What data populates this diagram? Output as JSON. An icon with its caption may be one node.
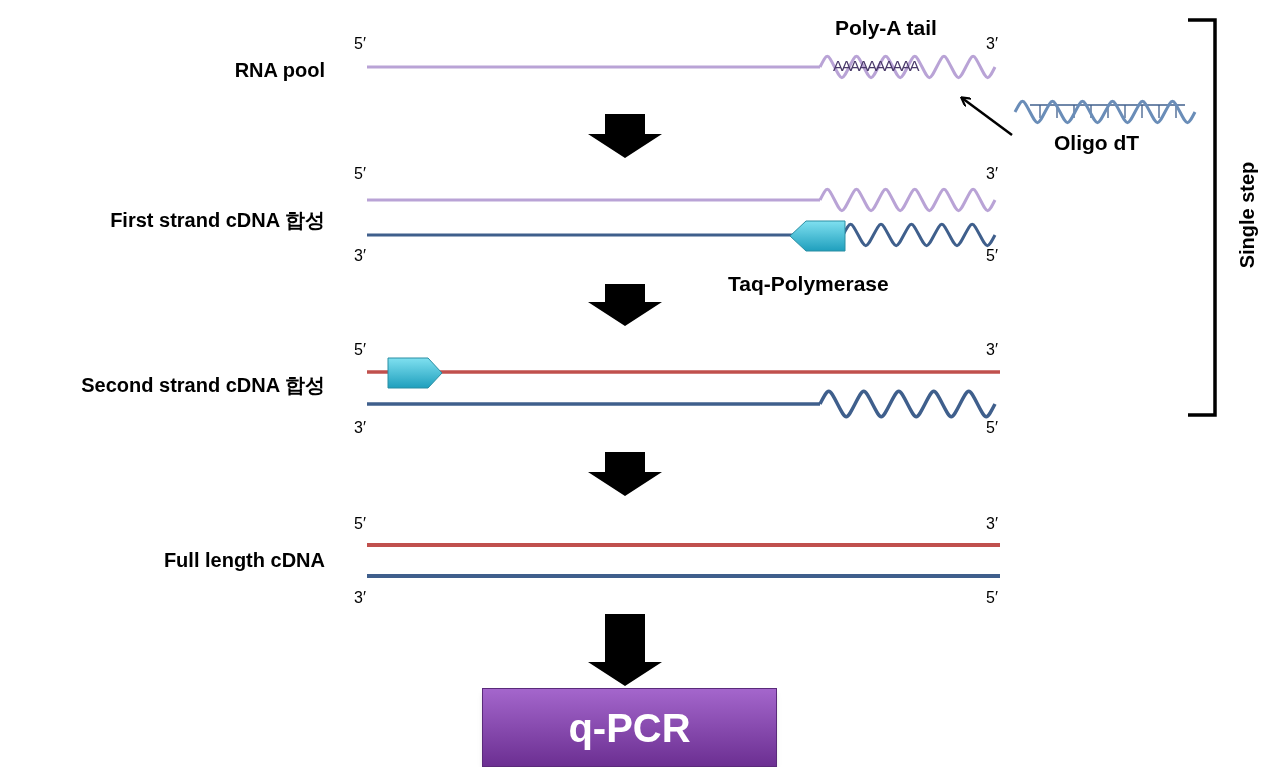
{
  "diagram": {
    "nodes": [
      {
        "text": [
          "RNA pool"
        ]
      },
      {
        "text": [
          "Poly-A tail",
          "AAAAAAAAAA"
        ],
        "in": 0
      },
      {
        "text": [
          "Oligo dT"
        ]
      },
      {
        "text": [
          "First strand cDNA 합성"
        ]
      },
      {
        "text": [
          "Second strand cDNA 합성"
        ]
      },
      {
        "text": [
          "Full length cDNA"
        ]
      },
      {
        "text": [
          "q-PCR"
        ]
      }
    ],
    "edges": [
      {
        "from": 2,
        "to": 1,
        "arrow": "to"
      },
      {
        "from": 0,
        "to": 3,
        "arrow": "to",
        "style": "thick"
      },
      {
        "from": 3,
        "to": 4,
        "arrow": "to",
        "style": "thick"
      },
      {
        "from": 4,
        "to": 5,
        "arrow": "to",
        "style": "thick"
      },
      {
        "from": 5,
        "to": 6,
        "arrow": "to",
        "style": "thick"
      }
    ],
    "labels": [
      "5′",
      "3′",
      "5′",
      "3′",
      "3′",
      "5′",
      "Taq-Polymerase",
      "5′",
      "3′",
      "Single step",
      "3′",
      "5′",
      "5′",
      "3′",
      "3′",
      "5′"
    ]
  }
}
